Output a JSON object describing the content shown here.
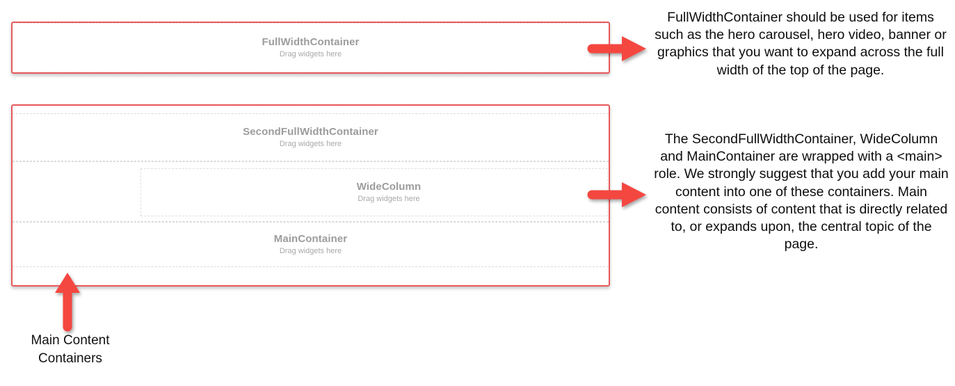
{
  "page": {
    "accent_color": "#e8595c",
    "arrow_color": "#f4473f",
    "placeholder_title_color": "#9c9c9c",
    "placeholder_sub_color": "#a8a8a8",
    "annotation_text_color": "#0d0d0d"
  },
  "drop_zones": {
    "full_width": {
      "title": "FullWidthContainer",
      "hint": "Drag widgets here"
    },
    "second_full_width": {
      "title": "SecondFullWidthContainer",
      "hint": "Drag widgets here"
    },
    "wide_column": {
      "title": "WideColumn",
      "hint": "Drag widgets here"
    },
    "main_container": {
      "title": "MainContainer",
      "hint": "Drag widgets here"
    }
  },
  "annotations": {
    "full_width_note": "FullWidthContainer should be used for items such as the hero carousel, hero video, banner or graphics that you want to expand across the full width of the top of the page.",
    "main_group_note": "The SecondFullWidthContainer, WideColumn and MainContainer are wrapped with a <main> role. We strongly suggest that you add your main content into one of these containers. Main content consists of content that is directly related to, or expands upon, the central topic of the page.",
    "main_content_label": "Main Content Containers"
  },
  "icons": {
    "arrow_right": "arrow-right-icon",
    "arrow_up": "arrow-up-icon"
  }
}
